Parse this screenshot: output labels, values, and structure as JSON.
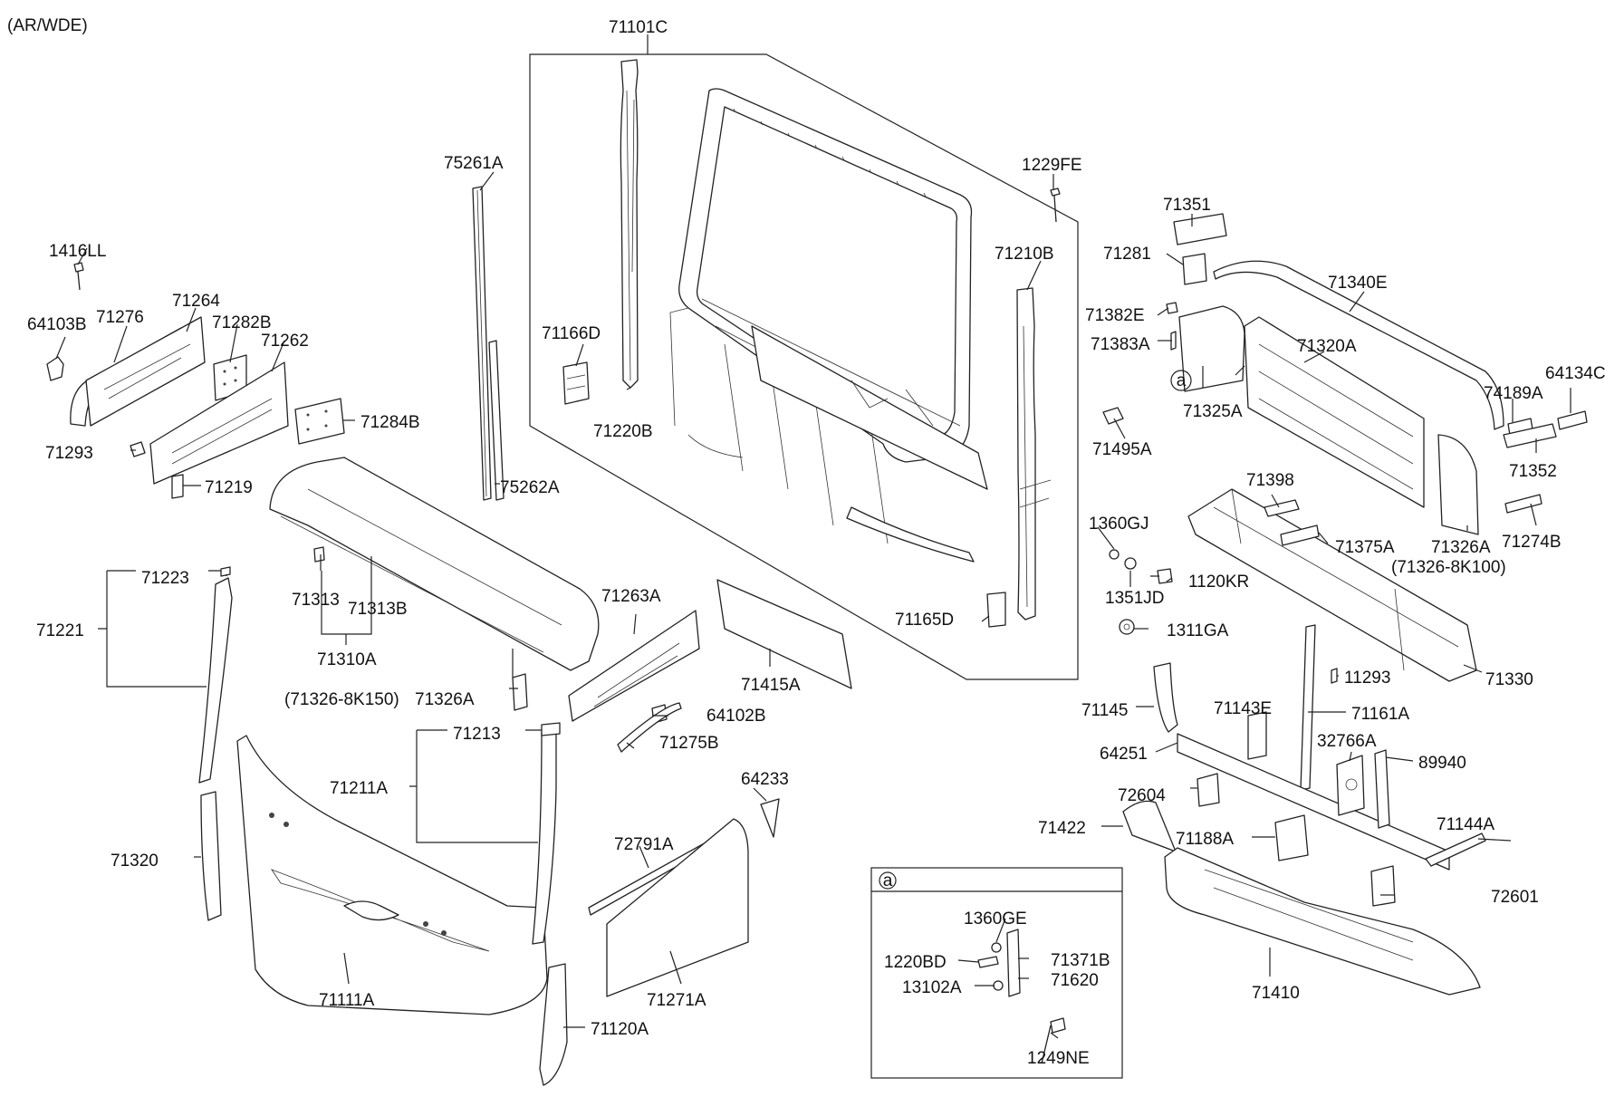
{
  "variant_note": "(AR/WDE)",
  "detail_marker": "a",
  "callouts": {
    "c71101C": "71101C",
    "c75261A": "75261A",
    "c1229FE": "1229FE",
    "c71351": "71351",
    "c1416LL": "1416LL",
    "c71210B": "71210B",
    "c71281": "71281",
    "c71340E": "71340E",
    "c64103B": "64103B",
    "c71276": "71276",
    "c71264": "71264",
    "c71282B": "71282B",
    "c71262": "71262",
    "c71166D": "71166D",
    "c71382E": "71382E",
    "c71383A": "71383A",
    "c71320A": "71320A",
    "c74189A": "74189A",
    "c64134C": "64134C",
    "c71325A": "71325A",
    "c71284B": "71284B",
    "c71220B": "71220B",
    "c71293": "71293",
    "c71495A": "71495A",
    "c71352": "71352",
    "c71219": "71219",
    "c75262A": "75262A",
    "c71398": "71398",
    "c1360GJ": "1360GJ",
    "c71375A": "71375A",
    "c71326A_r": "71326A",
    "c71274B": "71274B",
    "c71326_8K100": "(71326-8K100)",
    "c71223": "71223",
    "c1120KR": "1120KR",
    "c1351JD": "1351JD",
    "c71221": "71221",
    "c71313": "71313",
    "c71313B": "71313B",
    "c71263A": "71263A",
    "c71165D": "71165D",
    "c1311GA": "1311GA",
    "c71310A": "71310A",
    "c71415A": "71415A",
    "c11293": "11293",
    "c71330": "71330",
    "c71326_8K150": "(71326-8K150)",
    "c71326A_l": "71326A",
    "c71145": "71145",
    "c71143E": "71143E",
    "c71161A": "71161A",
    "c64102B": "64102B",
    "c71213": "71213",
    "c71275B": "71275B",
    "c64251": "64251",
    "c32766A": "32766A",
    "c89940": "89940",
    "c71211A": "71211A",
    "c64233": "64233",
    "c72604": "72604",
    "c71144A": "71144A",
    "c71422": "71422",
    "c71188A": "71188A",
    "c72791A": "72791A",
    "c71320": "71320",
    "c72601": "72601",
    "c1360GE": "1360GE",
    "c1220BD": "1220BD",
    "c71371B": "71371B",
    "c71620": "71620",
    "c13102A": "13102A",
    "c71410": "71410",
    "c71111A": "71111A",
    "c71271A": "71271A",
    "c71120A": "71120A",
    "c1249NE": "1249NE"
  }
}
